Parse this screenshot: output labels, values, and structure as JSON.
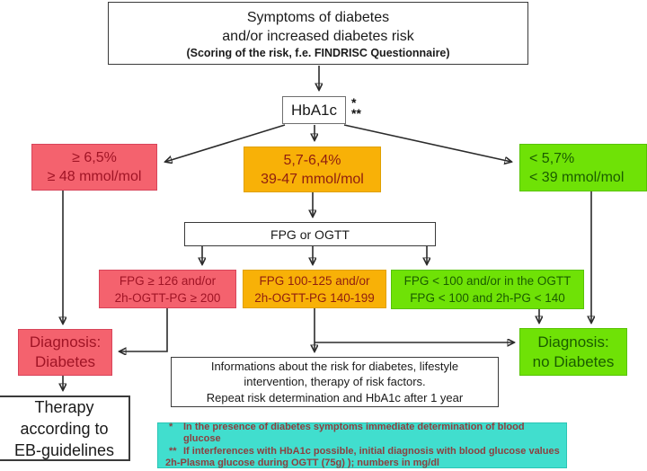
{
  "colors": {
    "red_box_bg": "#F4626E",
    "red_text": "#A01425",
    "orange_box_bg": "#F8B107",
    "orange_text": "#8F1E10",
    "green_box_bg": "#6FE206",
    "green_text": "#1A5C00",
    "cyan_box_bg": "#41DECE",
    "footnote_text": "#8C4040",
    "connector_line": "#2B2B2B"
  },
  "flowchart": {
    "top_box": {
      "line1": "Symptoms of diabetes",
      "line2": "and/or increased diabetes risk",
      "line3": "(Scoring of the risk, f.e. FINDRISC Questionnaire)"
    },
    "hba1c": {
      "label": "HbA1c",
      "mark1": "*",
      "mark2": "**"
    },
    "hba1c_high": {
      "line1": "≥ 6,5%",
      "line2": "≥ 48 mmol/mol"
    },
    "hba1c_mid": {
      "line1": "5,7-6,4%",
      "line2": "39-47 mmol/mol"
    },
    "hba1c_low": {
      "line1": "< 5,7%",
      "line2": "< 39 mmol/mol"
    },
    "fpg_ogtt": {
      "label": "FPG or OGTT"
    },
    "fpg_high": {
      "line1": "FPG ≥ 126 and/or",
      "line2": "2h-OGTT-PG ≥ 200"
    },
    "fpg_mid": {
      "line1": "FPG 100-125 and/or",
      "line2": "2h-OGTT-PG 140-199"
    },
    "fpg_low": {
      "line1": "FPG < 100 and/or in the OGTT",
      "line2": "FPG < 100 and 2h-PG < 140"
    },
    "diagnosis_diabetes": {
      "line1": "Diagnosis:",
      "line2": "Diabetes"
    },
    "diagnosis_no_diabetes": {
      "line1": "Diagnosis:",
      "line2": "no Diabetes"
    },
    "info_box": {
      "line1": "Informations about the risk for diabetes, lifestyle",
      "line2": "intervention, therapy of risk factors.",
      "line3": "Repeat risk determination and HbA1c after 1 year"
    },
    "therapy_box": {
      "line1": "Therapy",
      "line2": "according to",
      "line3": "EB-guidelines"
    },
    "footnotes": {
      "items": [
        {
          "mark": "*",
          "text": "In the presence of diabetes symptoms immediate determination of blood glucose"
        },
        {
          "mark": "**",
          "text": "If interferences with HbA1c possible, initial diagnosis with blood glucose values"
        },
        {
          "mark": "",
          "text": "2h-Plasma glucose during OGTT (75g) ); numbers in mg/dl"
        }
      ]
    }
  }
}
